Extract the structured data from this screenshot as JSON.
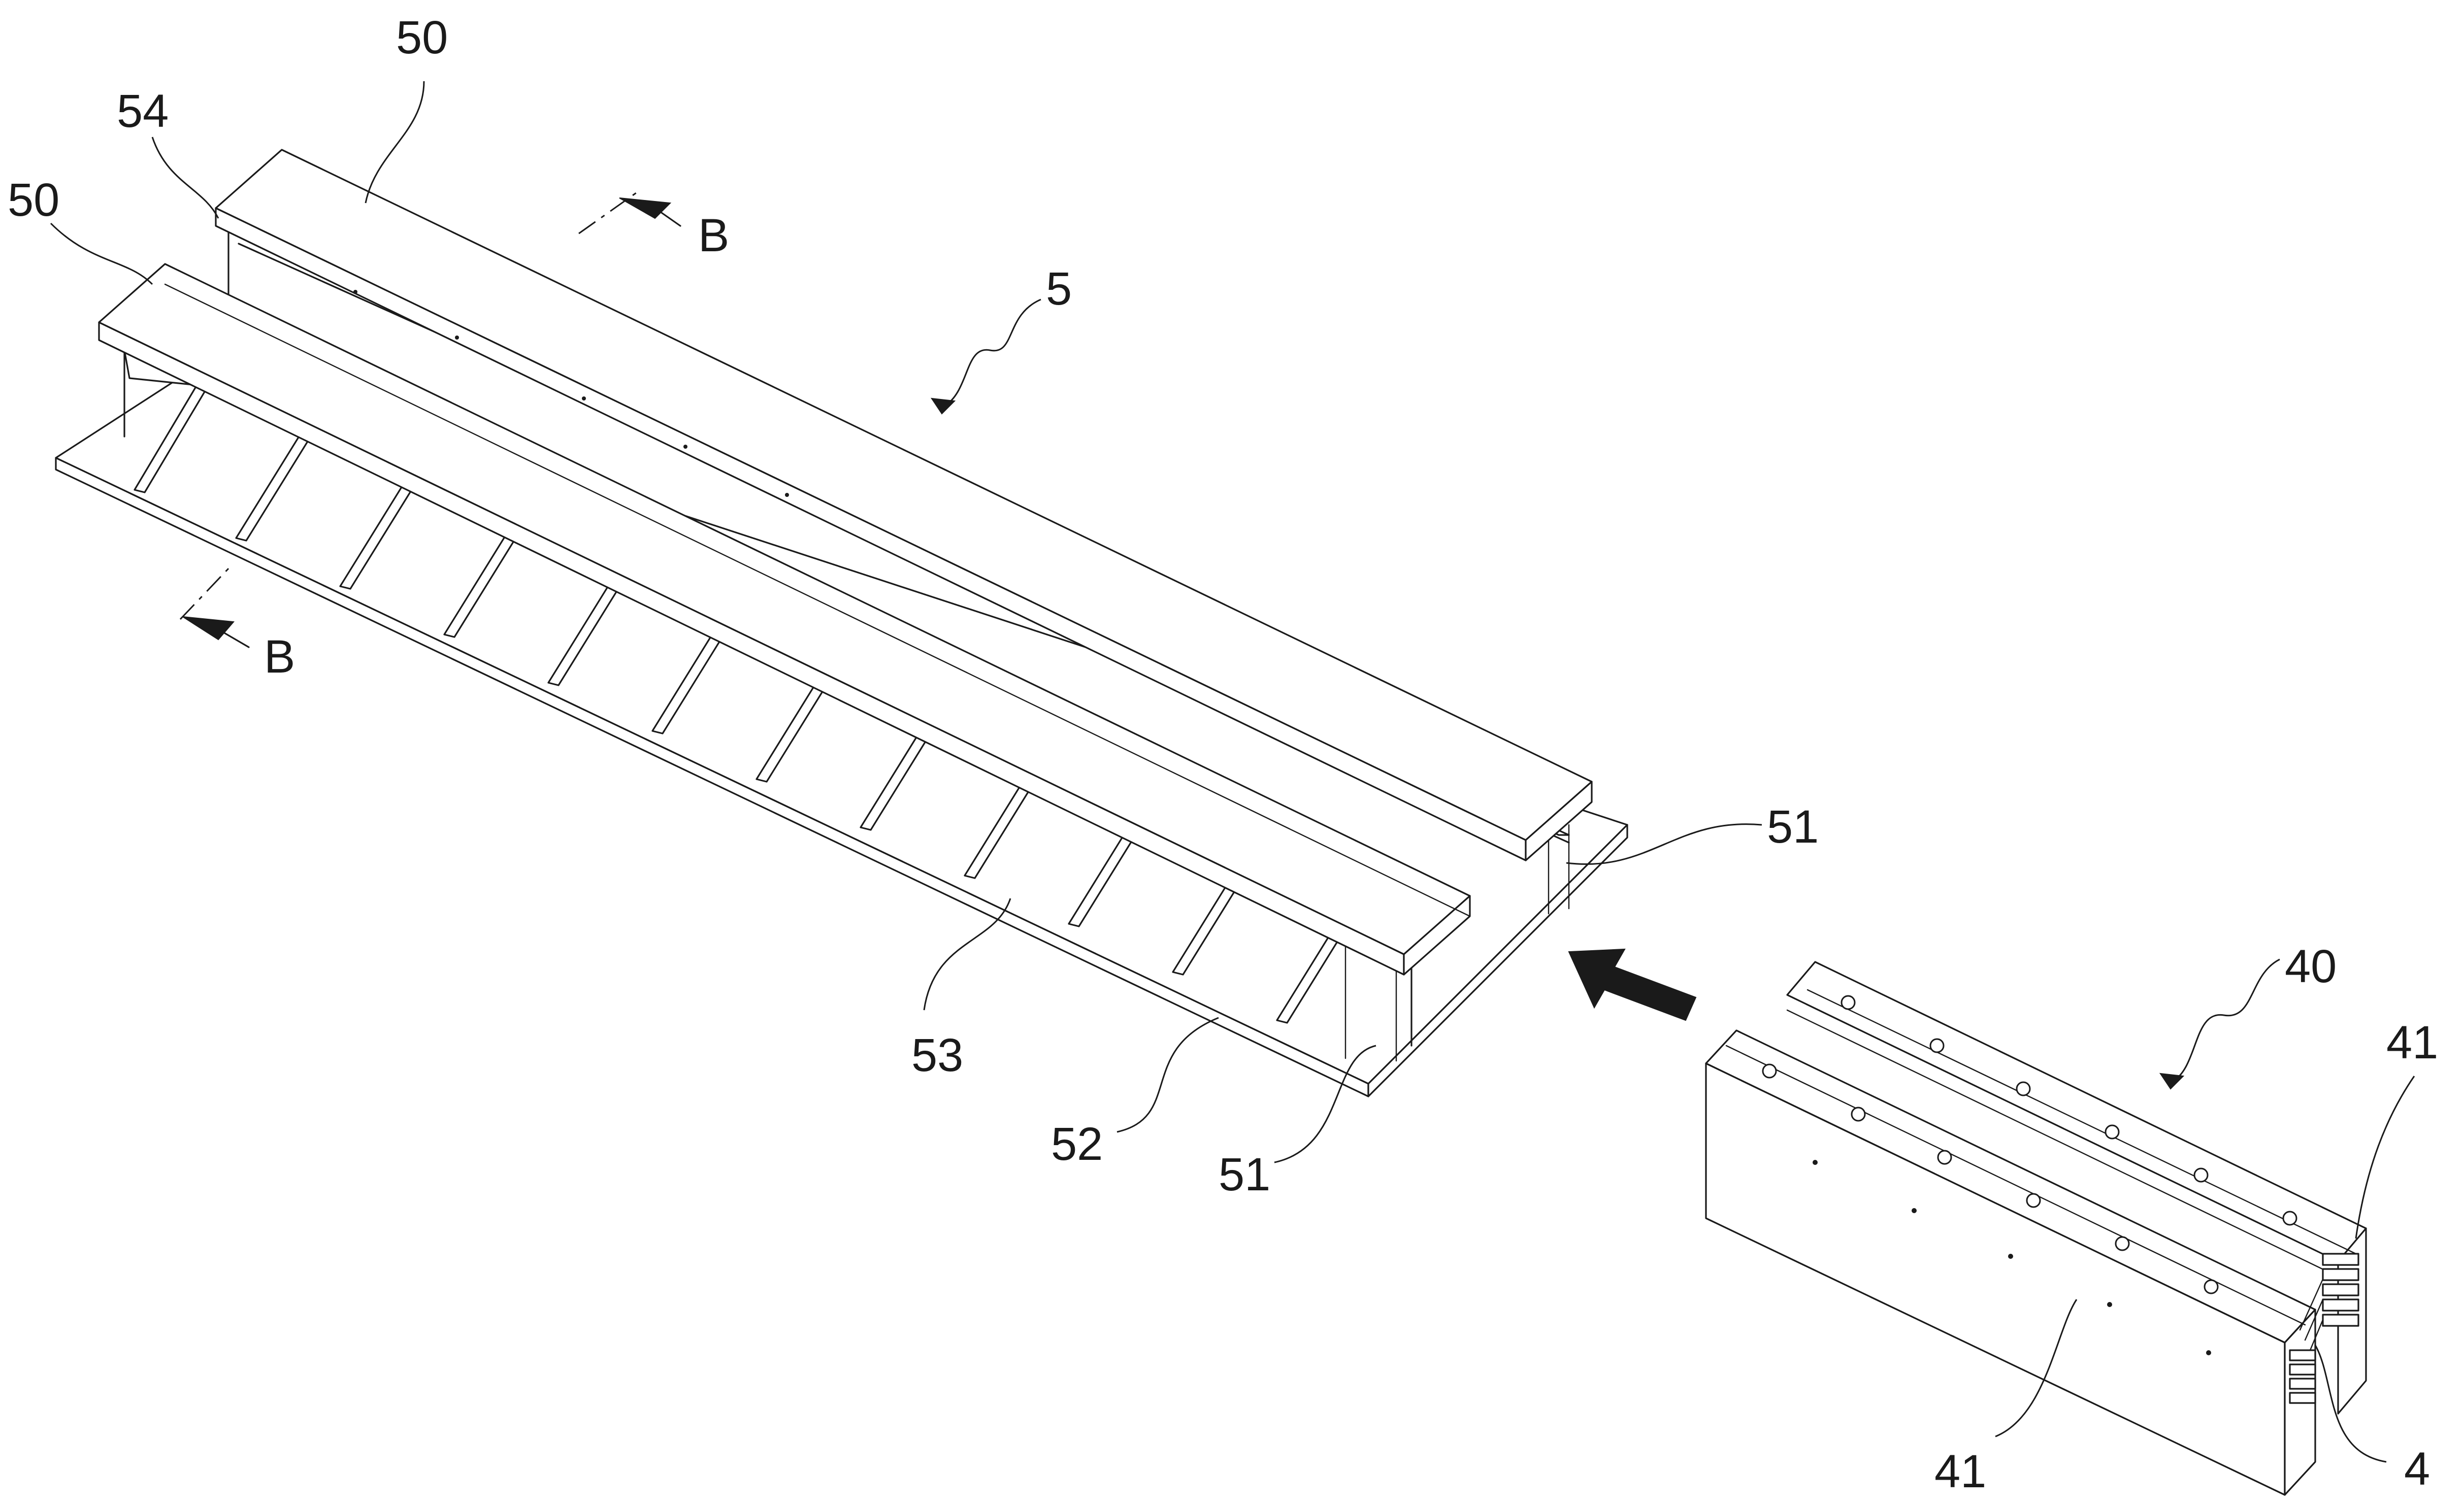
{
  "labels": {
    "l50_top": "50",
    "l54": "54",
    "l50_left": "50",
    "l5": "5",
    "lB_top": "B",
    "lB_bottom": "B",
    "l51_right": "51",
    "l53": "53",
    "l52": "52",
    "l51_bottom": "51",
    "l40": "40",
    "l41_right": "41",
    "l41_bottom": "41",
    "l4": "4"
  }
}
